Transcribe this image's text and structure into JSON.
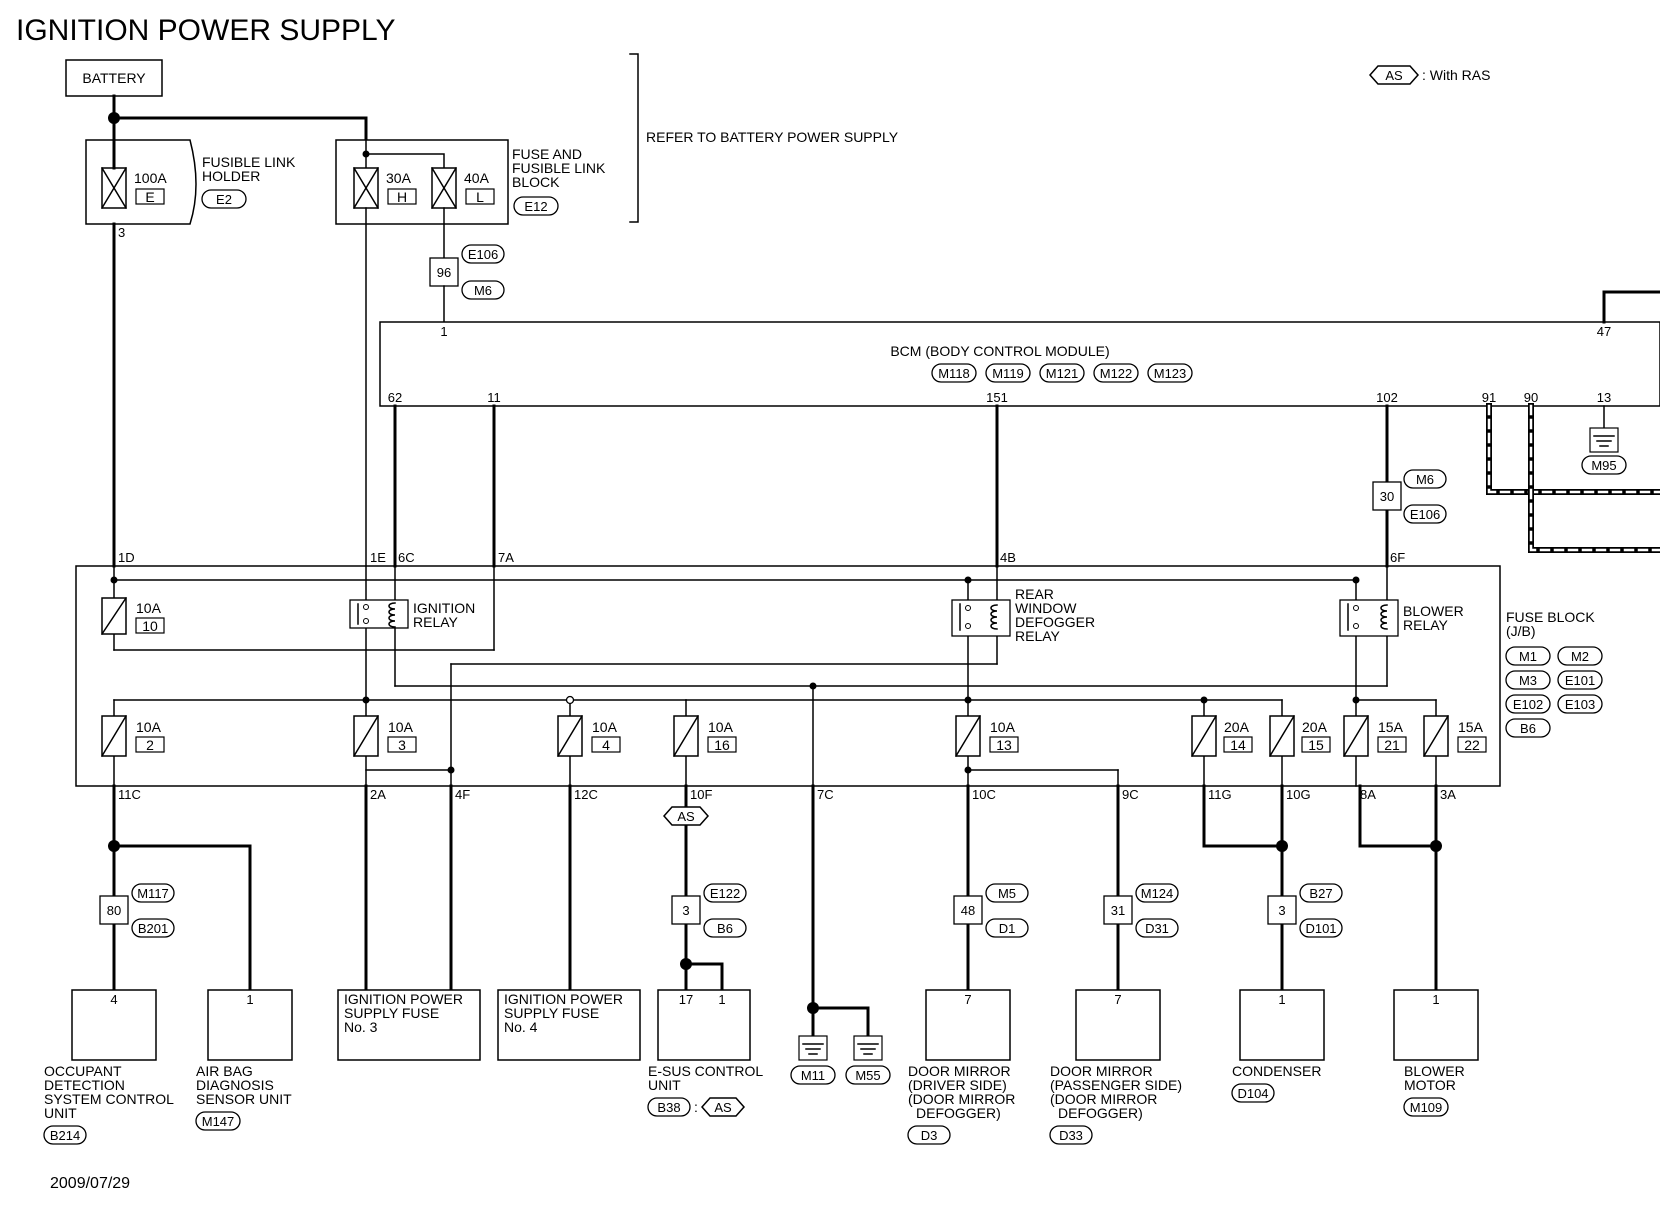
{
  "title": "IGNITION POWER SUPPLY",
  "date": "2009/07/29",
  "legend": {
    "tag": "AS",
    "text": ": With RAS"
  },
  "note_refer": "REFER TO BATTERY POWER SUPPLY",
  "battery": "BATTERY",
  "fusible_link_holder": {
    "name_lines": [
      "FUSIBLE LINK",
      "HOLDER"
    ],
    "connector": "E2",
    "fuse": {
      "amp": "100A",
      "id": "E"
    },
    "pin": "3"
  },
  "fuse_link_block": {
    "name_lines": [
      "FUSE AND",
      "FUSIBLE LINK",
      "BLOCK"
    ],
    "connector": "E12",
    "fuses": [
      {
        "amp": "30A",
        "id": "H"
      },
      {
        "amp": "40A",
        "id": "L"
      }
    ]
  },
  "conn_96": {
    "pin": "96",
    "tags": [
      "E106",
      "M6"
    ]
  },
  "bcm": {
    "name": "BCM (BODY CONTROL MODULE)",
    "connectors": [
      "M118",
      "M119",
      "M121",
      "M122",
      "M123"
    ],
    "pins": {
      "p1": "1",
      "p47": "47",
      "p62": "62",
      "p11": "11",
      "p151": "151",
      "p102": "102",
      "p91": "91",
      "p90": "90",
      "p13": "13"
    },
    "ground": "M95"
  },
  "conn_30": {
    "pin": "30",
    "tags": [
      "M6",
      "E106"
    ]
  },
  "fuse_block": {
    "name_lines": [
      "FUSE BLOCK",
      "(J/B)"
    ],
    "connectors": [
      "M1",
      "M2",
      "M3",
      "E101",
      "E102",
      "E103",
      "B6"
    ],
    "top_pins": [
      "1D",
      "1E",
      "6C",
      "7A",
      "4B",
      "6F"
    ],
    "bottom_pins": [
      "11C",
      "2A",
      "4F",
      "12C",
      "10F",
      "7C",
      "10C",
      "9C",
      "11G",
      "10G",
      "8A",
      "3A"
    ],
    "top_fuse": {
      "amp": "10A",
      "id": "10"
    },
    "relays": {
      "ignition": [
        "IGNITION",
        "RELAY"
      ],
      "rear_defogger": [
        "REAR",
        "WINDOW",
        "DEFOGGER",
        "RELAY"
      ],
      "blower": [
        "BLOWER",
        "RELAY"
      ]
    },
    "fuses": [
      {
        "amp": "10A",
        "id": "2"
      },
      {
        "amp": "10A",
        "id": "3"
      },
      {
        "amp": "10A",
        "id": "4"
      },
      {
        "amp": "10A",
        "id": "16"
      },
      {
        "amp": "10A",
        "id": "13"
      },
      {
        "amp": "20A",
        "id": "14"
      },
      {
        "amp": "20A",
        "id": "15"
      },
      {
        "amp": "15A",
        "id": "21"
      },
      {
        "amp": "15A",
        "id": "22"
      }
    ]
  },
  "joints": [
    {
      "pin": "80",
      "tags": [
        "M117",
        "B201"
      ]
    },
    {
      "pin": "3",
      "tags": [
        "E122",
        "B6"
      ]
    },
    {
      "pin": "48",
      "tags": [
        "M5",
        "D1"
      ]
    },
    {
      "pin": "31",
      "tags": [
        "M124",
        "D31"
      ]
    },
    {
      "pin": "3",
      "tags": [
        "B27",
        "D101"
      ]
    }
  ],
  "components": [
    {
      "pin": "4",
      "name_lines": [
        "OCCUPANT",
        "DETECTION",
        "SYSTEM CONTROL",
        "UNIT"
      ],
      "connector": "B214"
    },
    {
      "pin": "1",
      "name_lines": [
        "AIR BAG",
        "DIAGNOSIS",
        "SENSOR UNIT"
      ],
      "connector": "M147"
    },
    {
      "inside_lines": [
        "IGNITION POWER",
        "SUPPLY FUSE",
        "No. 3"
      ]
    },
    {
      "inside_lines": [
        "IGNITION POWER",
        "SUPPLY FUSE",
        "No. 4"
      ]
    },
    {
      "pins": [
        "17",
        "1"
      ],
      "name_lines": [
        "E-SUS CONTROL",
        "UNIT"
      ],
      "connector": "B38",
      "tag": "AS"
    },
    {
      "pin": "7",
      "name_lines": [
        "DOOR MIRROR",
        "(DRIVER SIDE)",
        "(DOOR MIRROR",
        "DEFOGGER)"
      ],
      "connector": "D3"
    },
    {
      "pin": "7",
      "name_lines": [
        "DOOR MIRROR",
        "(PASSENGER SIDE)",
        "(DOOR MIRROR",
        "DEFOGGER)"
      ],
      "connector": "D33"
    },
    {
      "pin": "1",
      "name_lines": [
        "CONDENSER"
      ],
      "connector": "D104"
    },
    {
      "pin": "1",
      "name_lines": [
        "BLOWER",
        "MOTOR"
      ],
      "connector": "M109"
    }
  ],
  "grounds": [
    "M11",
    "M55"
  ],
  "as_tag": "AS"
}
